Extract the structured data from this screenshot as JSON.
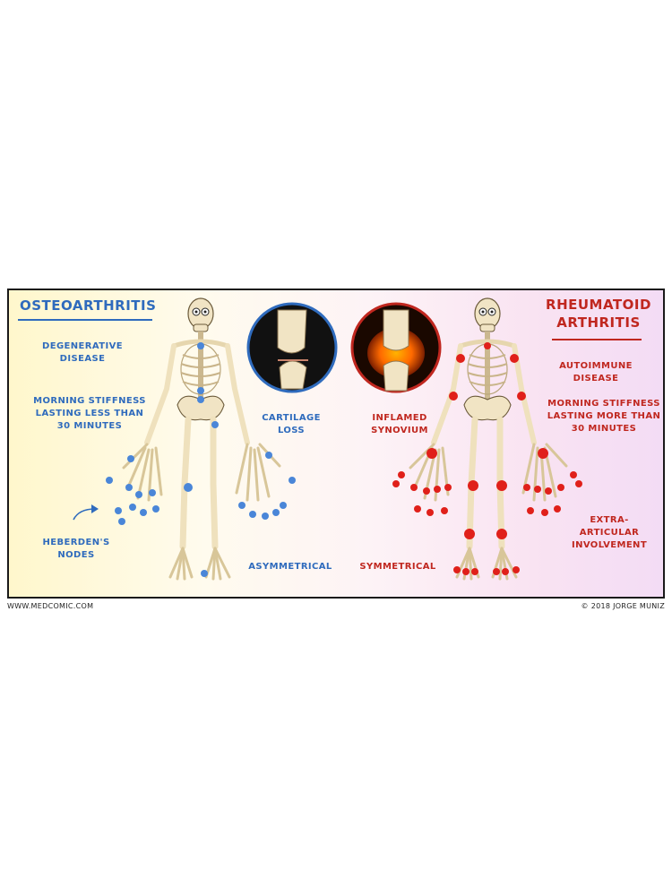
{
  "osteo": {
    "title": "Osteoarthritis",
    "degenerative": [
      "Degenerative",
      "Disease"
    ],
    "stiffness": [
      "Morning Stiffness",
      "Lasting less than",
      "30 minutes"
    ],
    "heberden": [
      "Heberden's",
      "Nodes"
    ],
    "cartilage": [
      "Cartilage",
      "Loss"
    ],
    "pattern": "Asymmetrical"
  },
  "rheum": {
    "title": [
      "Rheumatoid",
      "Arthritis"
    ],
    "autoimmune": [
      "Autoimmune",
      "Disease"
    ],
    "stiffness": [
      "Morning Stiffness",
      "Lasting more than",
      "30 minutes"
    ],
    "extra": [
      "Extra-",
      "articular",
      "involvement"
    ],
    "synovium": [
      "Inflamed",
      "Synovium"
    ],
    "pattern": "Symmetrical"
  },
  "footer": {
    "site": "www.medcomic.com",
    "copyright": "© 2018 Jorge Muniz"
  },
  "colors": {
    "osteo_accent": "#2f6bbd",
    "rheum_accent": "#c0271f",
    "bone": "#f1e4c4"
  }
}
